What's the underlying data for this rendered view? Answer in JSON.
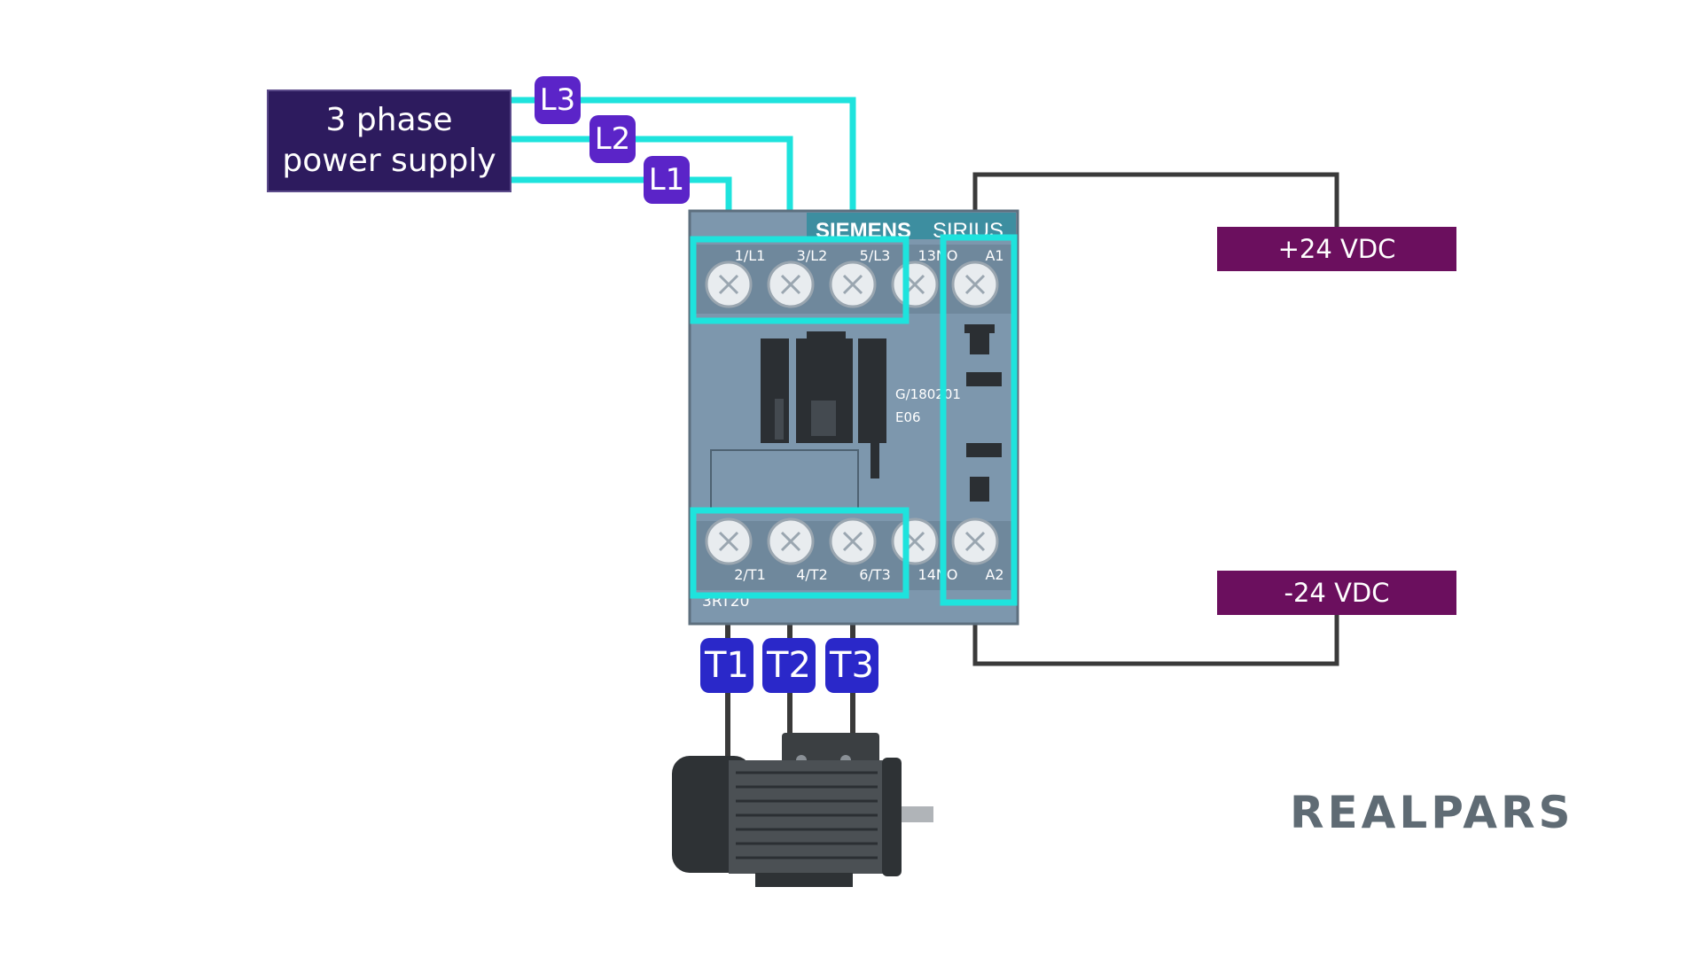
{
  "power_supply": {
    "line1": "3 phase",
    "line2": "power supply"
  },
  "line_tags": [
    "L3",
    "L2",
    "L1"
  ],
  "load_tags": [
    "T1",
    "T2",
    "T3"
  ],
  "contactor": {
    "brand": "SIEMENS",
    "series": "SIRIUS",
    "model": "3RT20",
    "code_line1": "G/180201",
    "code_line2": "E06",
    "top_terminals": [
      "1/L1",
      "3/L2",
      "5/L3",
      "13NO",
      "A1"
    ],
    "bottom_terminals": [
      "2/T1",
      "4/T2",
      "6/T3",
      "14NO",
      "A2"
    ]
  },
  "dc_supply": {
    "positive": "+24 VDC",
    "negative": "-24 VDC"
  },
  "logo": "REALPARS",
  "colors": {
    "wire_ac": "#1ee3dd",
    "wire_dc": "#3a3a3a",
    "highlight": "#1ee3dd",
    "contactor_body": "#7d97ad",
    "psu_bg": "#2d1b5e",
    "tag_line": "#5b24c8",
    "tag_load": "#2a28c9",
    "vdc_bg": "#6b0f5e"
  }
}
